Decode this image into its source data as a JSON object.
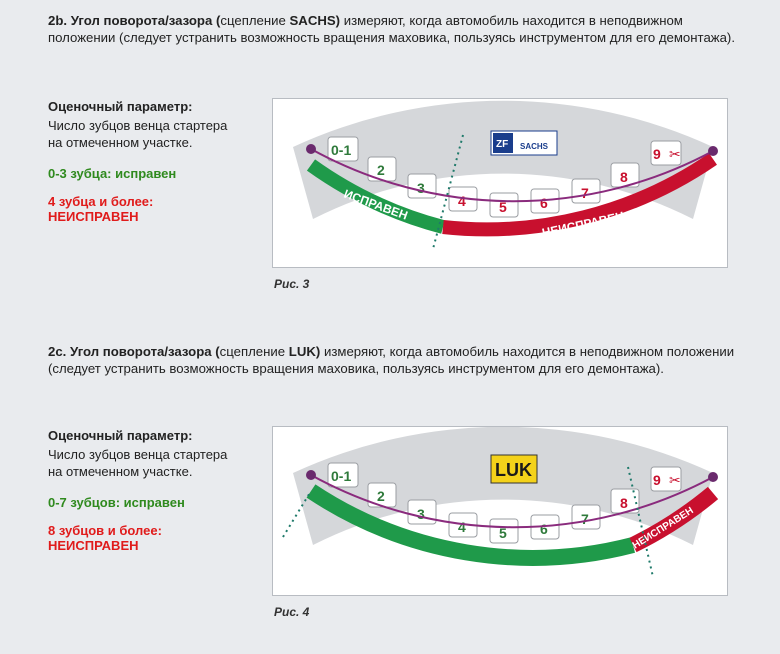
{
  "sections": [
    {
      "heading_bold": "2b. Угол поворота/зазора (",
      "heading_normal1": "сцепление ",
      "heading_brand": "SACHS)",
      "heading_rest": " измеряют, когда автомобиль находится в неподвижном положении (следует устранить возможность вращения маховика, пользуясь инструментом для его демонтажа).",
      "param_title": "Оценочный параметр:",
      "param_text": "Число зубцов венца стартера на отмеченном участке.",
      "good": "0-3 зубца: исправен",
      "bad_line1": "4 зубца и более:",
      "bad_line2": "НЕИСПРАВЕН",
      "figure": {
        "caption": "Рис. 3",
        "logo_text": "ZF",
        "logo_sub": "SACHS",
        "teeth": [
          "0-1",
          "2",
          "3",
          "4",
          "5",
          "6",
          "7",
          "8",
          "9"
        ],
        "good_label": "ИСПРАВЕН",
        "bad_label": "НЕИСПРАВЕН",
        "colors": {
          "good": "#1f9a4a",
          "bad": "#c8102e",
          "text_red": "#e01b1b"
        }
      }
    },
    {
      "heading_bold": "2c. Угол поворота/зазора (",
      "heading_normal1": "сцепление ",
      "heading_brand": "LUK)",
      "heading_rest": " измеряют, когда автомобиль находится в неподвижном положении (следует устранить возможность вращения маховика, пользуясь инструментом для его демонтажа).",
      "param_title": "Оценочный параметр:",
      "param_text": "Число зубцов венца стартера на отмеченном участке.",
      "good": "0-7 зубцов: исправен",
      "bad_line1": "8 зубцов и более:",
      "bad_line2": "НЕИСПРАВЕН",
      "figure": {
        "caption": "Рис. 4",
        "logo_text": "LUK",
        "teeth": [
          "0-1",
          "2",
          "3",
          "4",
          "5",
          "6",
          "7",
          "8",
          "9"
        ],
        "good_label": "ИСПРАВЕН",
        "bad_label": "НЕИСПРАВЕН",
        "colors": {
          "good": "#1f9a4a",
          "bad": "#c8102e",
          "logo_bg": "#f4d21a"
        }
      }
    }
  ]
}
